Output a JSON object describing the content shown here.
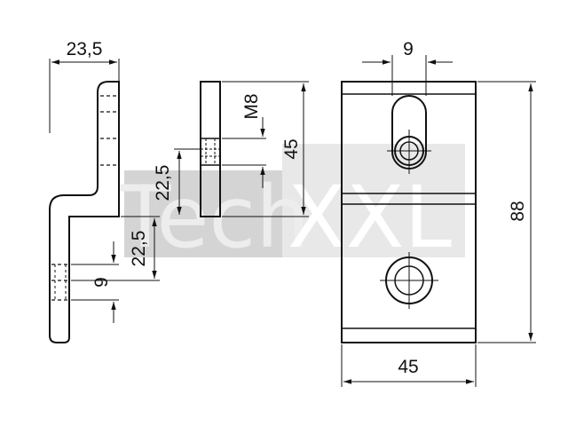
{
  "watermark": {
    "prefix": "Tech",
    "suffix": "XXL",
    "color": "#d9d9d9"
  },
  "dimensions": {
    "side_width": "23,5",
    "slot_width": "9",
    "thread": "M8",
    "height_45": "45",
    "offset_upper": "22,5",
    "offset_lower": "22,5",
    "hole_9": "9",
    "total_height": "88",
    "total_width": "45"
  },
  "colors": {
    "line": "#111111",
    "background": "#ffffff"
  }
}
